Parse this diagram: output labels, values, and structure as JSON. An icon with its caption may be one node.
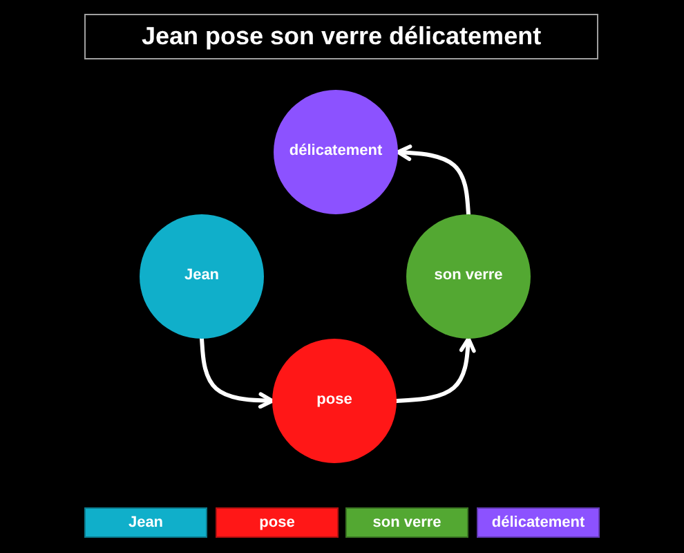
{
  "diagram": {
    "title": "Jean pose son verre délicatement",
    "nodes": [
      {
        "text": [
          "délicatement"
        ]
      },
      {
        "text": [
          "Jean"
        ]
      },
      {
        "text": [
          "son verre"
        ]
      },
      {
        "text": [
          "pose"
        ]
      }
    ],
    "edges": [
      {
        "from": 1,
        "to": 3,
        "arrow": "to"
      },
      {
        "from": 3,
        "to": 2,
        "arrow": "to"
      },
      {
        "from": 2,
        "to": 0,
        "arrow": "to"
      }
    ],
    "legend": [
      {
        "text": "Jean",
        "color": "#10afca"
      },
      {
        "text": "pose",
        "color": "#ff1717"
      },
      {
        "text": "son verre",
        "color": "#53a832"
      },
      {
        "text": "délicatement",
        "color": "#8c52ff"
      }
    ]
  }
}
